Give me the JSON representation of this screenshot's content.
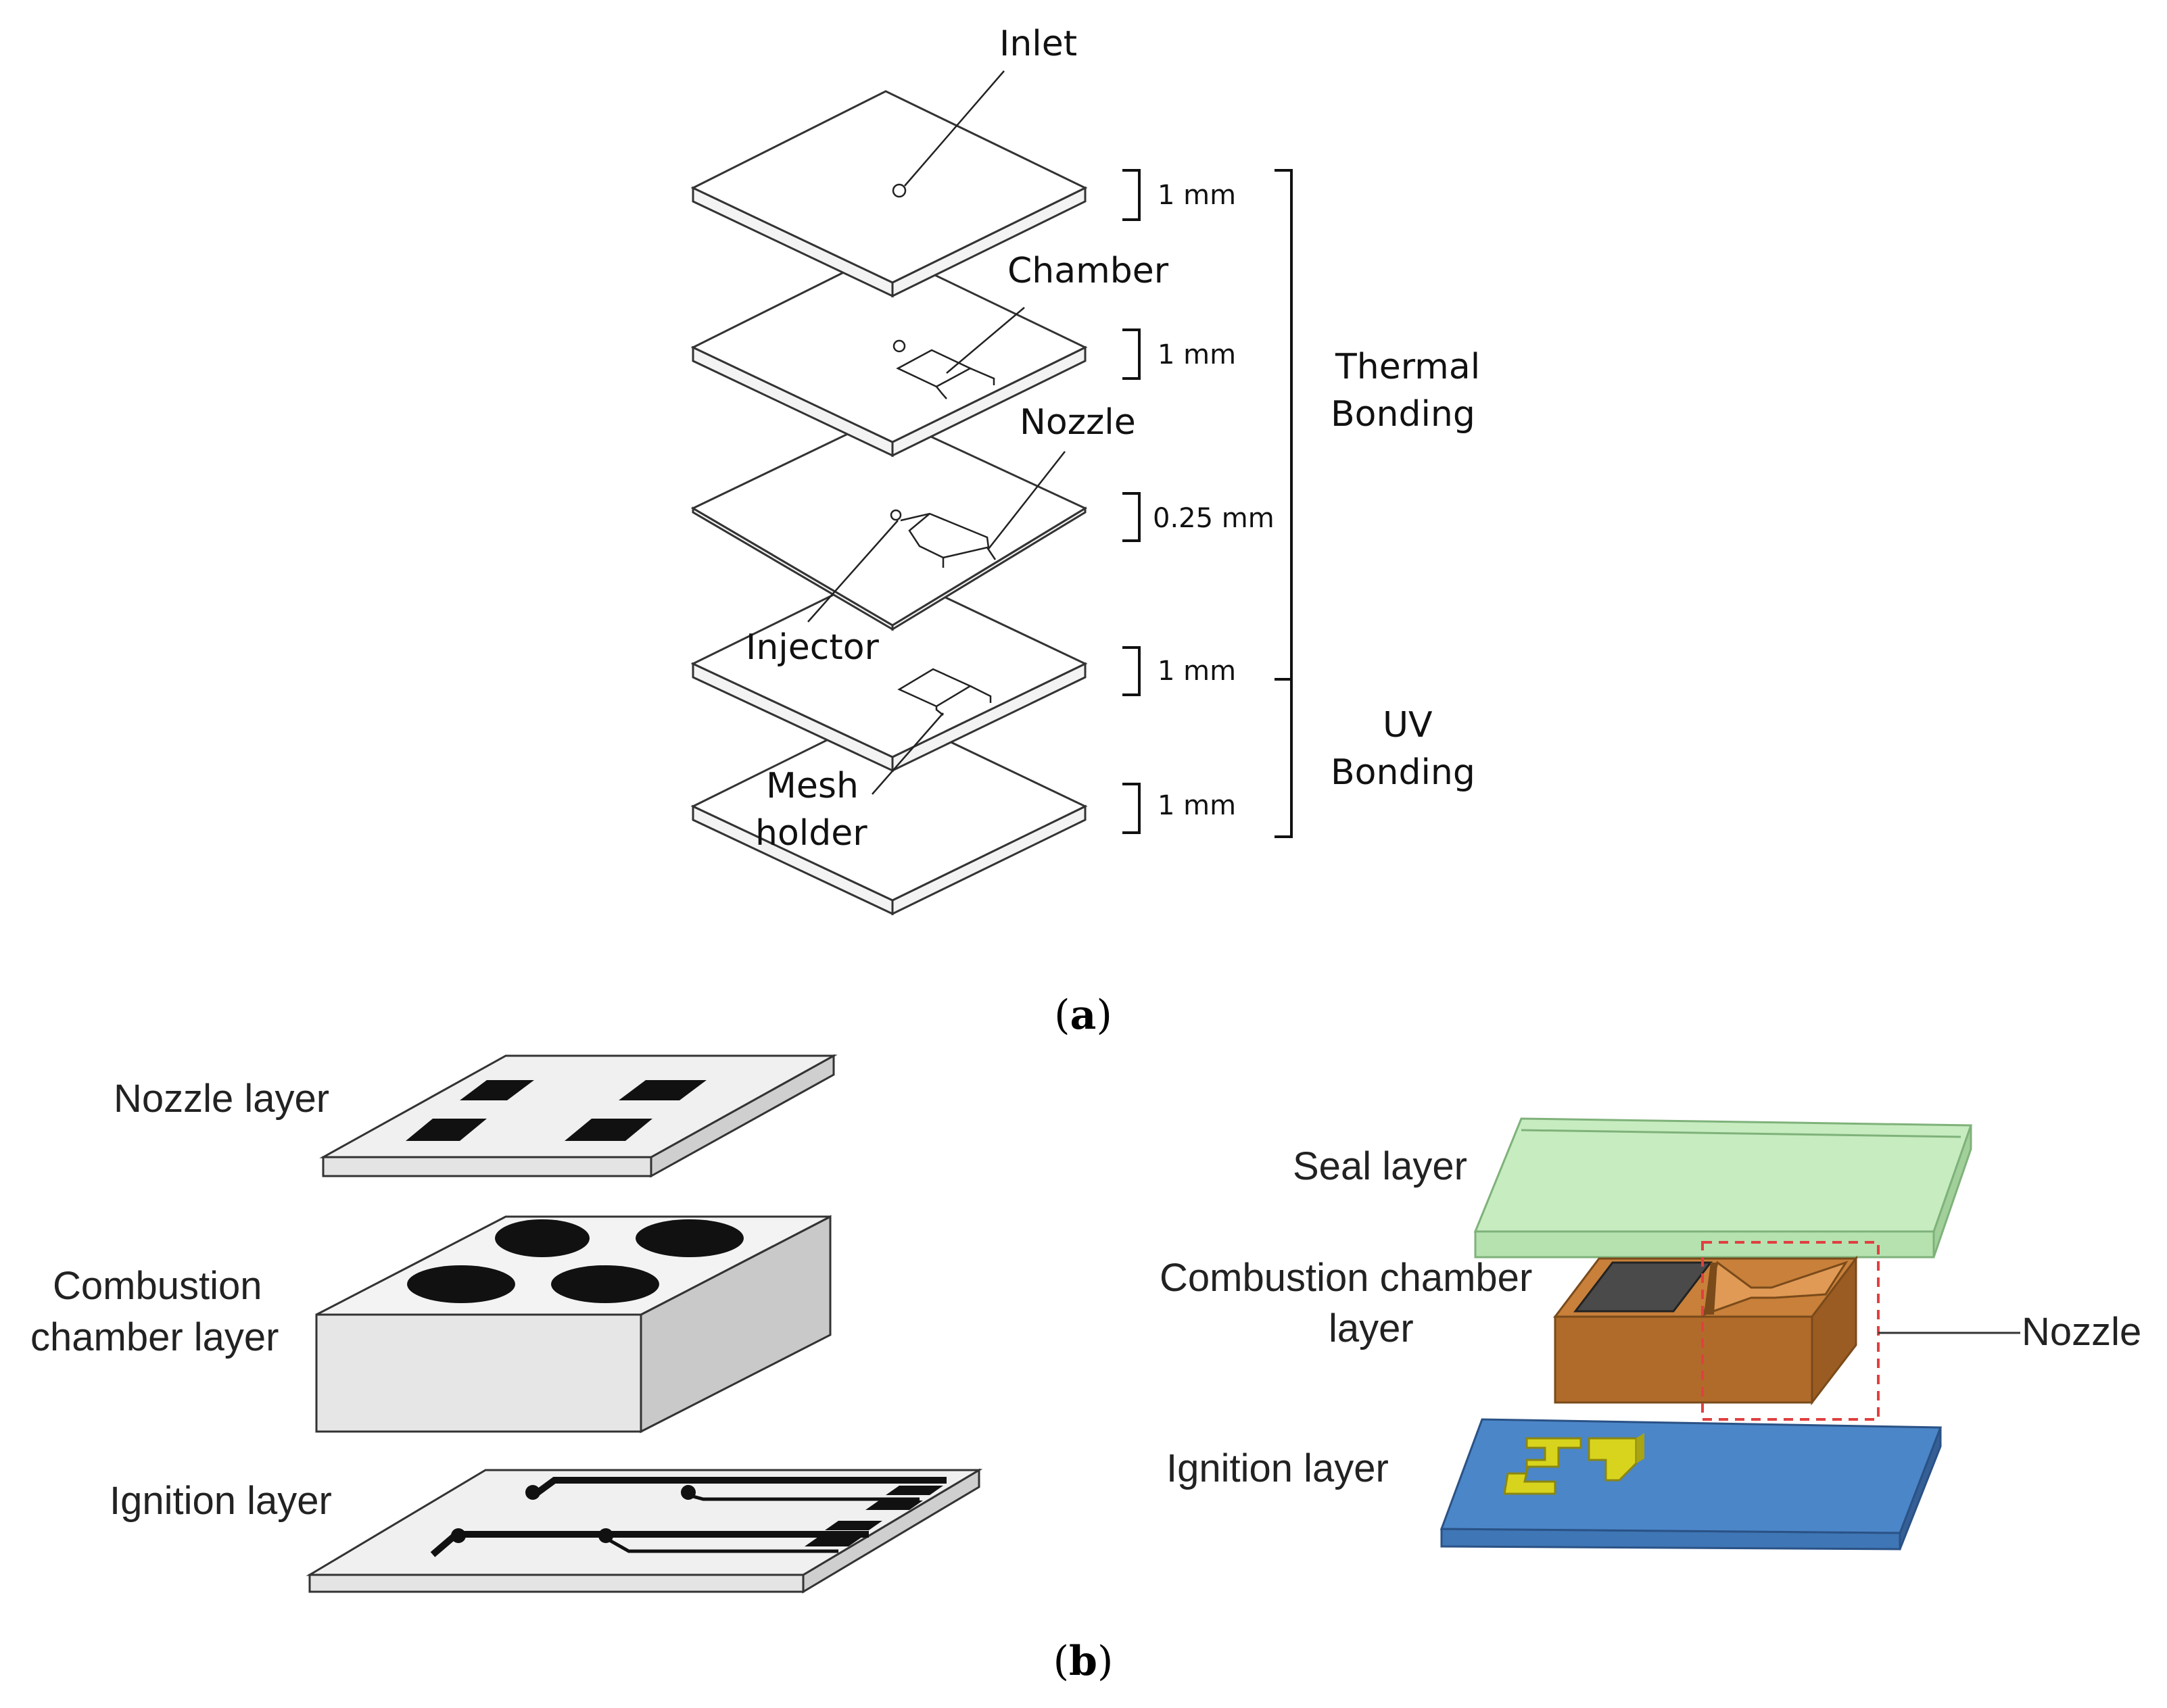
{
  "panel_a": {
    "labels": {
      "inlet": "Inlet",
      "chamber": "Chamber",
      "nozzle": "Nozzle",
      "injector": "Injector",
      "mesh_line1": "Mesh",
      "mesh_line2": "holder"
    },
    "thicknesses": [
      "1 mm",
      "1 mm",
      "0.25 mm",
      "1 mm",
      "1 mm"
    ],
    "bonding": {
      "thermal_line1": "Thermal",
      "thermal_line2": "Bonding",
      "uv_line1": "UV",
      "uv_line2": "Bonding"
    },
    "caption_open": "(",
    "caption_letter": "a",
    "caption_close": ")"
  },
  "panel_b": {
    "left": {
      "nozzle_layer": "Nozzle layer",
      "combustion_line1": "Combustion",
      "combustion_line2": "chamber layer",
      "ignition_layer": "Ignition  layer"
    },
    "right": {
      "seal_layer": "Seal layer",
      "combustion_line1": "Combustion chamber",
      "combustion_line2": "layer",
      "nozzle": "Nozzle",
      "ignition_layer": "Ignition  layer"
    },
    "colors": {
      "seal": "#b6e2b0",
      "combustion": "#c8803a",
      "ignition": "#4b86c8",
      "igniter": "#d8d41e",
      "nozzle_box": "#e04040"
    },
    "caption_open": "(",
    "caption_letter": "b",
    "caption_close": ")"
  }
}
